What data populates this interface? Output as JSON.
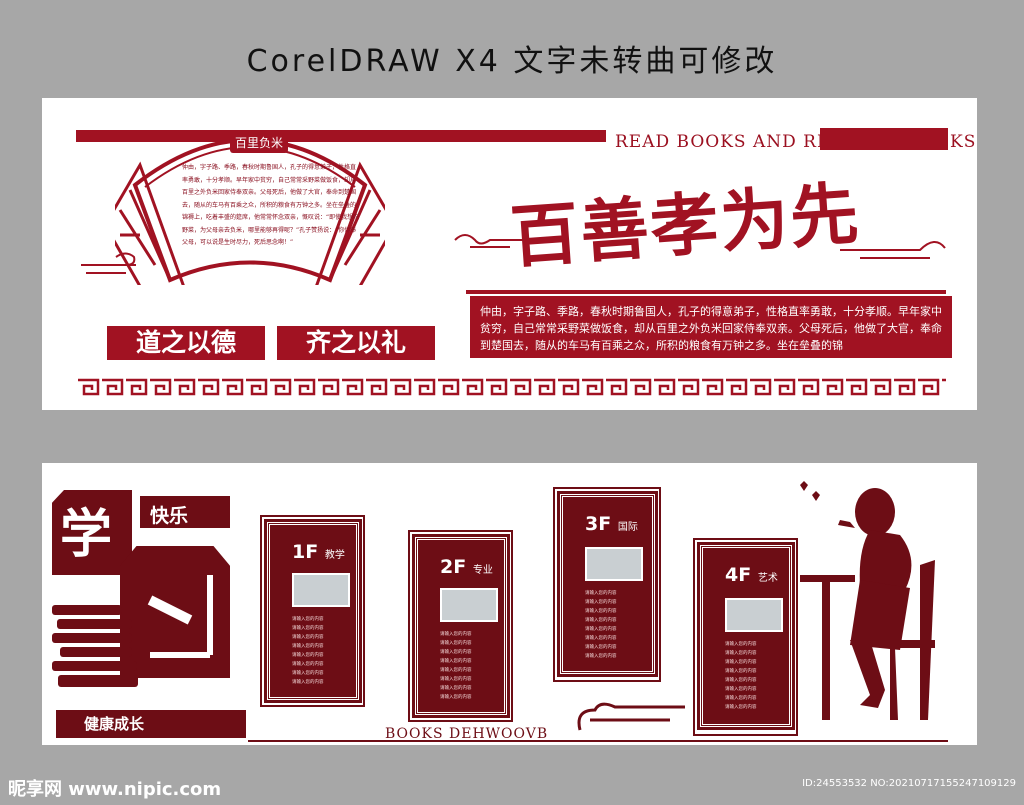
{
  "header": {
    "title": "CorelDRAW X4  文字未转曲可修改"
  },
  "top_panel": {
    "fan_title": "百里负米",
    "fan_text": "仲由，字子路、季路，春秋时期鲁国人，孔子的得意弟子，性格直率勇敢，十分孝顺。早年家中贫穷，自己常常采野菜做饭食，却从百里之外负米回家侍奉双亲。父母死后，他做了大官，奉命到楚国去，随从的车马有百乘之众，所积的粮食有万钟之多。坐在垒叠的锦褥上，吃着丰盛的筵席，他常常怀念双亲，慨叹说：“即使我想吃野菜，为父母亲去负米，哪里能够再得呢？”孔子赞扬说：“你侍奉父母，可以说是生时尽力，死后思念啊！”",
    "tag_left": "道之以德",
    "tag_right": "齐之以礼",
    "english": "READ BOOKS AND REA",
    "english_tail": "KS",
    "big_title": "百善孝为先",
    "body_text": "仲由，字子路、季路，春秋时期鲁国人，孔子的得意弟子，性格直率勇敢，十分孝顺。早年家中贫穷，自己常常采野菜做饭食，却从百里之外负米回家侍奉双亲。父母死后，他做了大官，奉命到楚国去，随从的车马有百乘之众，所积的粮食有万钟之多。坐在垒叠的锦"
  },
  "bottom_panel": {
    "xue": "学",
    "kuaile": "快乐",
    "healthy": "健康成长",
    "english": "BOOKS DEHWOOVB",
    "floors": [
      {
        "num": "1F",
        "name": "教学"
      },
      {
        "num": "2F",
        "name": "专业"
      },
      {
        "num": "3F",
        "name": "国际"
      },
      {
        "num": "4F",
        "name": "艺术"
      }
    ],
    "placeholder_line": "请输入您的内容"
  },
  "watermark": {
    "brand": "昵享网 www.nipic.com",
    "id": "ID:24553532 NO:20210717155247109129"
  },
  "colors": {
    "primary_red": "#a11222",
    "dark_red": "#6d0d15",
    "background": "#a7a7a7"
  }
}
